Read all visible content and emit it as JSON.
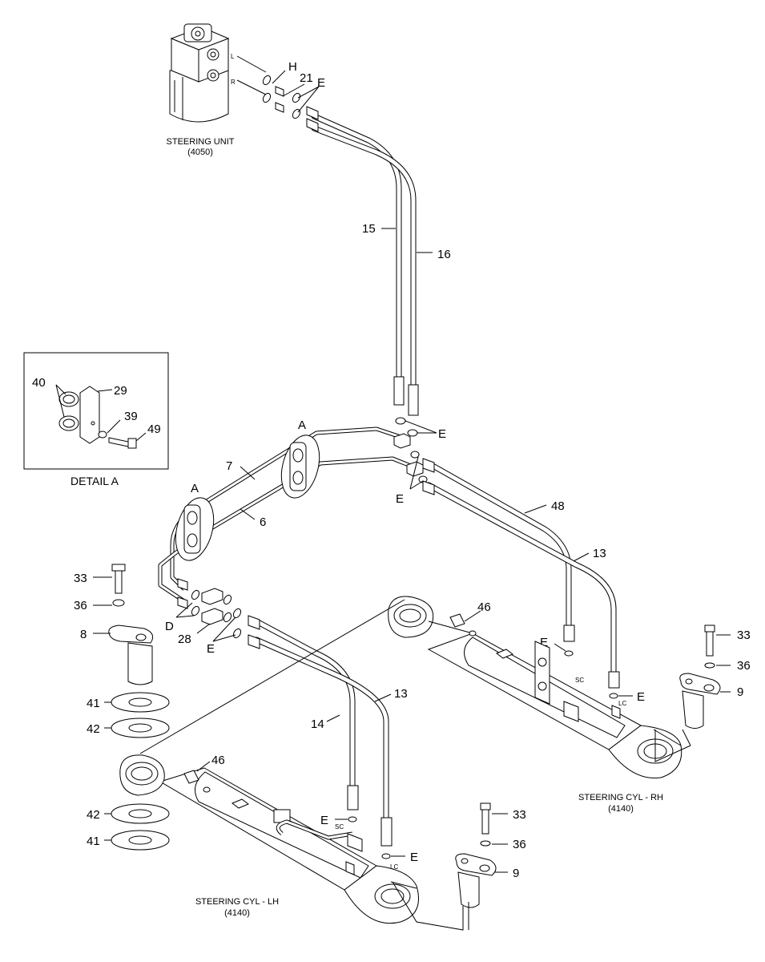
{
  "steering_unit": {
    "name": "STEERING UNIT",
    "ref": "(4050)",
    "port_left": "L",
    "port_right": "R"
  },
  "steering_cyl_rh": {
    "name": "STEERING CYL - RH",
    "ref": "(4140)"
  },
  "steering_cyl_lh": {
    "name": "STEERING CYL - LH",
    "ref": "(4140)"
  },
  "detail_a": {
    "title": "DETAIL A",
    "callouts": {
      "c40": "40",
      "c29": "29",
      "c39": "39",
      "c49": "49"
    }
  },
  "callouts": {
    "c_h": "H",
    "c_21": "21",
    "c_e1": "E",
    "c_15": "15",
    "c_16": "16",
    "c_a1": "A",
    "c_a2": "A",
    "c_e2": "E",
    "c_e3": "E",
    "c_7": "7",
    "c_6": "6",
    "c_48": "48",
    "c_13a": "13",
    "c_33a": "33",
    "c_36a": "36",
    "c_8": "8",
    "c_d": "D",
    "c_28": "28",
    "c_e4": "E",
    "c_46a": "46",
    "c_e5": "E",
    "c_e6": "E",
    "c_33b": "33",
    "c_36b": "36",
    "c_9a": "9",
    "c_41a": "41",
    "c_42a": "42",
    "c_14": "14",
    "c_13b": "13",
    "c_46b": "46",
    "c_42b": "42",
    "c_41b": "41",
    "c_e7": "E",
    "c_e8": "E",
    "c_33c": "33",
    "c_36c": "36",
    "c_9b": "9"
  },
  "small_labels": {
    "sc1": "SC",
    "lc1": "LC",
    "sc2": "SC",
    "lc2": "LC"
  }
}
